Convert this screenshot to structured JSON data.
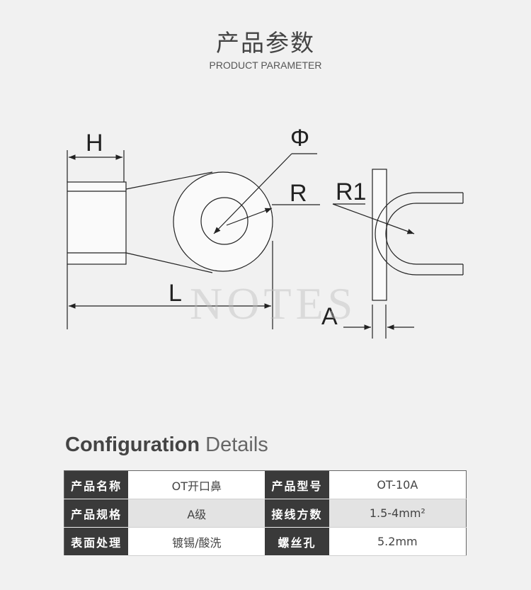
{
  "header": {
    "title_cn": "产品参数",
    "title_en": "PRODUCT PARAMETER"
  },
  "drawing": {
    "labels": {
      "h": "H",
      "phi": "Φ",
      "r": "R",
      "r1": "R1",
      "l": "L",
      "a": "A"
    },
    "watermark": "NOTES"
  },
  "config": {
    "heading_bold": "Configuration",
    "heading_light": "Details",
    "rows": [
      {
        "label1": "产品名称",
        "value1": "OT开口鼻",
        "label2": "产品型号",
        "value2": "OT-10A"
      },
      {
        "label1": "产品规格",
        "value1": "A级",
        "label2": "接线方数",
        "value2": "1.5-4mm²"
      },
      {
        "label1": "表面处理",
        "value1": "镀锡/酸洗",
        "label2": "螺丝孔",
        "value2": "5.2mm"
      }
    ]
  },
  "colors": {
    "background": "#f1f1f1",
    "label_bg": "#3a3a3a",
    "line": "#222222"
  }
}
